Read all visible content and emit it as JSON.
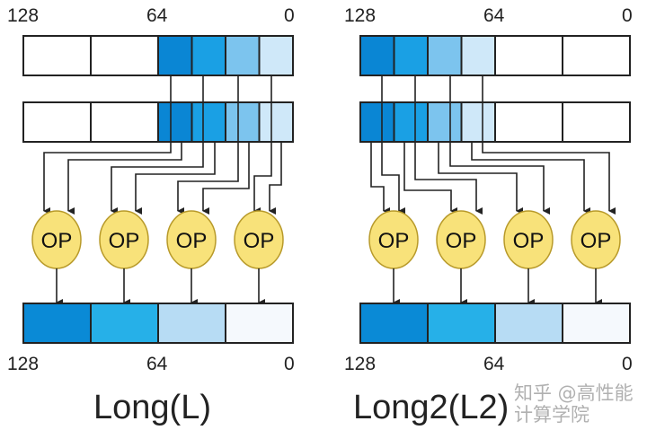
{
  "colors": {
    "shade1": "#0a86d4",
    "shade2": "#1aa0e4",
    "shade3": "#7cc4ee",
    "shade4": "#cfe8f9",
    "out1": "#0a8ad6",
    "out2": "#26b0e8",
    "out3": "#b7dcf4",
    "out4": "#f5f9fd",
    "op_fill": "#f8e27a",
    "op_stroke": "#b89a2a"
  },
  "left": {
    "top_labels": [
      "128",
      "64",
      "0"
    ],
    "bottom_labels": [
      "128",
      "64",
      "0"
    ],
    "op_label": "OP",
    "title": "Long(L)"
  },
  "right": {
    "top_labels": [
      "128",
      "64",
      "0"
    ],
    "bottom_labels": [
      "128",
      "64",
      "0"
    ],
    "op_label": "OP",
    "title": "Long2(L2)"
  },
  "watermark": "知乎 @高性能计算学院"
}
